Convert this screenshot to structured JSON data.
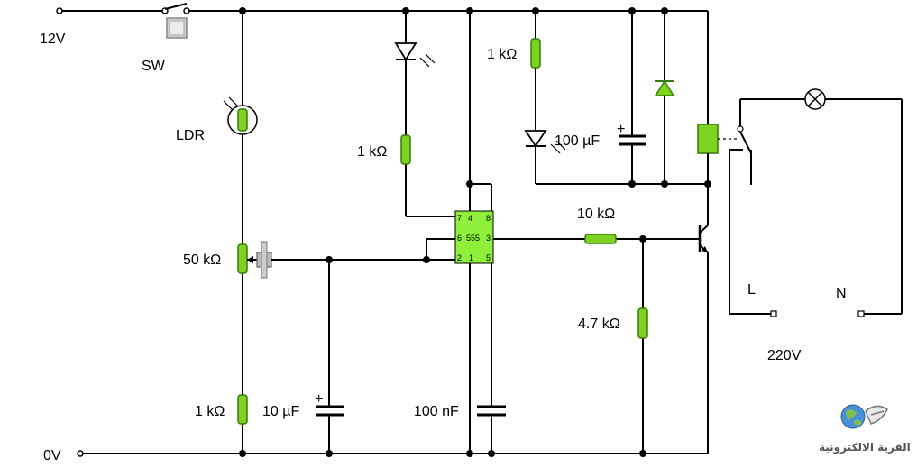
{
  "labels": {
    "supply_voltage": "12V",
    "ground": "0V",
    "switch": "SW",
    "ldr": "LDR",
    "pot": "50 kΩ",
    "r_bottom": "1 kΩ",
    "r_pin7": "1 kΩ",
    "r_led": "1 kΩ",
    "cap_timing": "10 µF",
    "cap_control": "100 nF",
    "cap_relay": "100 µF",
    "r_base": "10 kΩ",
    "r_pulldown": "4.7 kΩ",
    "mains_live": "L",
    "mains_neutral": "N",
    "mains_voltage": "220V",
    "cap_plus": "+",
    "cap_plus_2": "+"
  },
  "ic": {
    "name": "555",
    "pin_7": "7",
    "pin_4": "4",
    "pin_8": "8",
    "pin_6": "6",
    "pin_3": "3",
    "pin_2": "2",
    "pin_1": "1",
    "pin_5": "5"
  },
  "logo": {
    "text": "القرية الالكترونية"
  },
  "colors": {
    "component_fill": "#7ed321",
    "component_stroke": "#3a7a0a",
    "wire": "#000000",
    "ic_fill": "#8ef03a"
  }
}
